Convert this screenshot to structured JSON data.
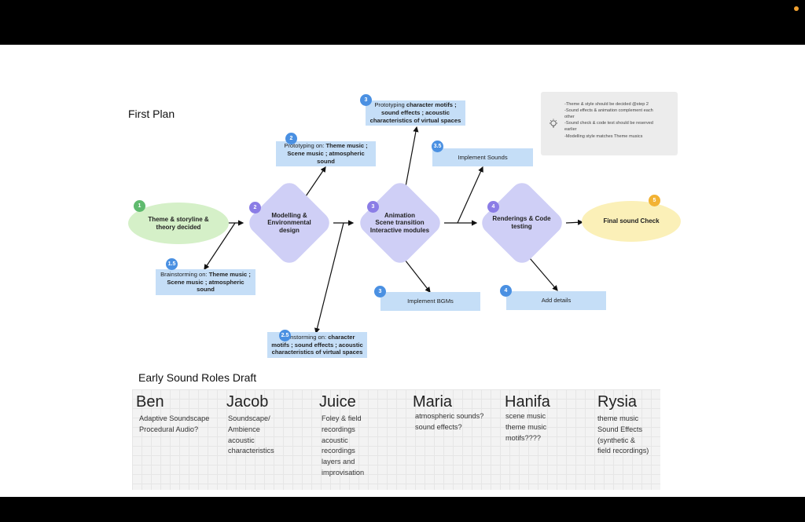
{
  "title": "First Plan",
  "nodes": {
    "n1": {
      "badge": "1",
      "label_1": "Theme & storyline &",
      "label_2": "theory decided"
    },
    "n2": {
      "badge": "2",
      "label_1": "Modelling &",
      "label_2": "Environmental",
      "label_3": "design"
    },
    "n3": {
      "badge": "3",
      "label_1": "Animation",
      "label_2": "Scene transition",
      "label_3": "Interactive modules"
    },
    "n4": {
      "badge": "4",
      "label_1": "Renderings & Code",
      "label_2": "testing"
    },
    "n5": {
      "badge": "5",
      "label": "Final sound Check"
    },
    "b15": {
      "badge": "1.5",
      "pre": "Brainstorming on: ",
      "bold_1": "Theme music ;",
      "bold_2": "Scene music ; atmospheric",
      "bold_3": "sound"
    },
    "b2": {
      "badge": "2",
      "pre": "Prototyping on: ",
      "bold_1": "Theme music ;",
      "bold_2": "Scene music ; atmospheric",
      "bold_3": "sound"
    },
    "b25": {
      "badge": "2.5",
      "pre": "Brainstorming on: ",
      "bold_1": "character",
      "bold_2": "motifs ; sound effects ; acoustic",
      "bold_3": "characteristics of virtual spaces"
    },
    "b3top": {
      "badge": "3",
      "pre": "Prototyping ",
      "bold_1": "character motifs ;",
      "bold_2": "sound effects ; acoustic",
      "bold_3": "characteristics of virtual spaces"
    },
    "b35": {
      "badge": "3.5",
      "label": "Implement Sounds"
    },
    "b3bgm": {
      "badge": "3",
      "label": "Implement BGMs"
    },
    "b4": {
      "badge": "4",
      "label": "Add details"
    }
  },
  "note": {
    "icon": "lightbulb-icon",
    "line_1": "-Theme & style should be decided @step 2",
    "line_2": "-Sound effects & animation complement each",
    "line_3": "other",
    "line_4": "-Sound check & code test should be reserved",
    "line_5": "earlier",
    "line_6": "-Modelling style matches Theme musics"
  },
  "roles_title": "Early Sound Roles Draft",
  "roles": [
    {
      "name": "Ben",
      "lines": [
        "Adaptive Soundscape",
        "Procedural Audio?"
      ]
    },
    {
      "name": "Jacob",
      "lines": [
        "Soundscape/",
        "Ambience",
        "acoustic",
        "characteristics"
      ]
    },
    {
      "name": "Juice",
      "lines": [
        "Foley & field",
        "recordings",
        "acoustic",
        "recordings",
        "layers and",
        "improvisation"
      ]
    },
    {
      "name": "Maria",
      "lines": [
        "atmospheric sounds?",
        "sound effects?"
      ]
    },
    {
      "name": "Hanifa",
      "lines": [
        "scene music",
        "theme music",
        "motifs????"
      ]
    },
    {
      "name": "Rysia",
      "lines": [
        "theme music",
        "Sound Effects",
        "(synthetic &",
        "field recordings)"
      ]
    }
  ],
  "colors": {
    "green": "#5fba6e",
    "purple": "#8b7de6",
    "blue": "#4a90e2",
    "orange": "#f2b233",
    "box": "#c5def7",
    "diamond": "#cfcff6",
    "ellipse_green": "#d5f0c8",
    "ellipse_yellow": "#fbf0b8"
  }
}
